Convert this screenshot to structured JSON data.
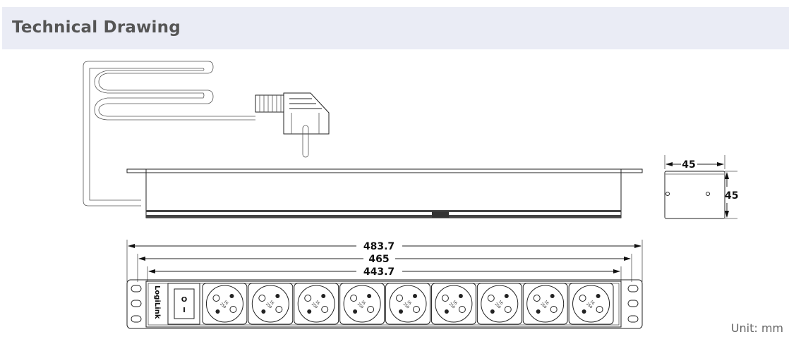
{
  "header": {
    "title": "Technical Drawing"
  },
  "unit_label": "Unit: mm",
  "dimensions": {
    "overall_width": "483.7",
    "mounting_width": "465",
    "body_width": "443.7",
    "depth": "45",
    "height": "45"
  },
  "front_panel": {
    "brand": "LogiLink",
    "switch_on": "I",
    "switch_off": "O",
    "socket_count": 9,
    "socket_rating": [
      "16",
      "250"
    ]
  }
}
